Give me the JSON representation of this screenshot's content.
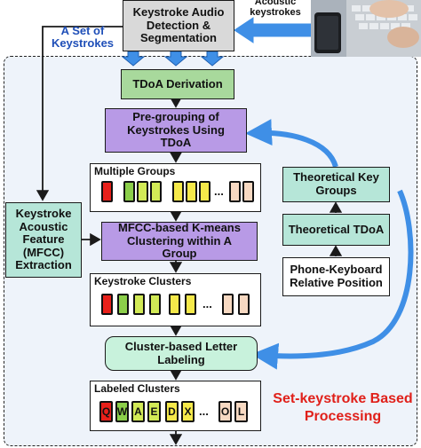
{
  "boxes": {
    "audio_detection": "Keystroke Audio Detection & Segmentation",
    "tdoa_derivation": "TDoA Derivation",
    "pre_grouping": "Pre-grouping of Keystrokes Using TDoA",
    "mfcc_extraction": "Keystroke Acoustic Feature (MFCC) Extraction",
    "kmeans": "MFCC-based K-means Clustering within A Group",
    "letter_labeling": "Cluster-based Letter Labeling",
    "theoretical_groups": "Theoretical Key Groups",
    "theoretical_tdoa": "Theoretical TDoA",
    "phone_keyboard": "Phone-Keyboard Relative Position"
  },
  "panels": {
    "multiple_groups": "Multiple Groups",
    "keystroke_clusters": "Keystroke Clusters",
    "labeled_clusters": "Labeled Clusters"
  },
  "labels": {
    "set_of_keystrokes": "A Set of Keystrokes",
    "acoustic_keystrokes": "Acoustic keystrokes",
    "set_keystroke_processing": "Set-keystroke Based Processing",
    "dots": "..."
  },
  "letters": [
    "Q",
    "W",
    "A",
    "E",
    "D",
    "X",
    "O",
    "L"
  ],
  "colors": {
    "blue_arrow": "#3f8fe6",
    "region_bg": "#eef3fa",
    "gray_box": "#d9d9d9",
    "green_box": "#a8d99c",
    "purple_box": "#b89ae6",
    "mint_box": "#c8f2dc",
    "teal_box": "#b6e6d8",
    "red_text": "#e0201a",
    "cell_red": "#e8201a",
    "cell_green": "#8ccf4a",
    "cell_lime": "#d2ea56",
    "cell_yellow": "#f5e94a",
    "cell_peach": "#f7d9c2"
  }
}
